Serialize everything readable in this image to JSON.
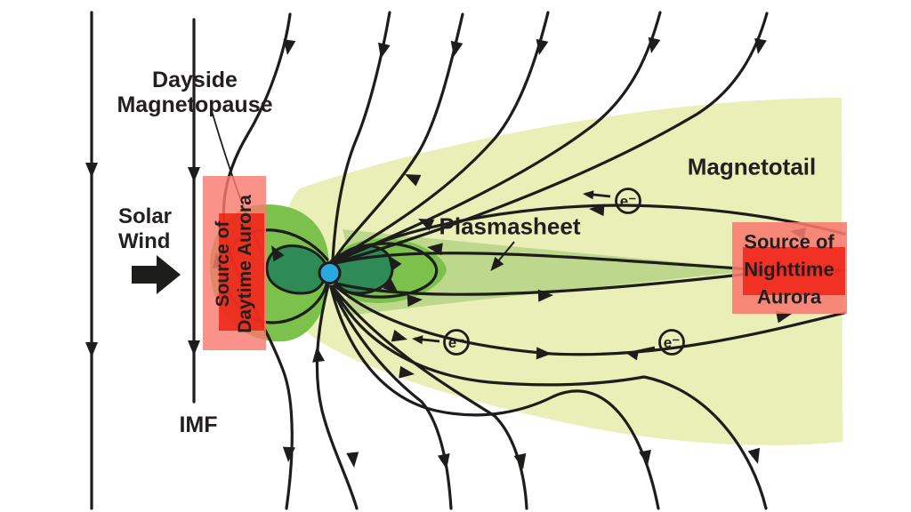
{
  "labels": {
    "dayside_magnetopause": {
      "line1": "Dayside",
      "line2": "Magnetopause"
    },
    "solar_wind": {
      "line1": "Solar",
      "line2": "Wind"
    },
    "imf": "IMF",
    "magnetotail": "Magnetotail",
    "plasmasheet": "Plasmasheet"
  },
  "boxes": {
    "daytime_aurora": {
      "line1": "Source of",
      "line2": "Daytime Aurora"
    },
    "nighttime_aurora": {
      "line1": "Source of",
      "line2": "Nighttime",
      "line3": "Aurora"
    }
  },
  "electrons": {
    "symbol": "e⁻",
    "count": 3
  },
  "icons": {
    "solar_wind_arrow": "right-block-arrow",
    "field_line_arrowhead": "triangle-arrowhead"
  },
  "colors": {
    "background": "#ffffff",
    "field_line": "#1d1d1b",
    "text": "#231f20",
    "magnetotail_fill": "#e9efb6",
    "plasmasheet_fill": "#bdd88c",
    "inner_magnetosphere_fill": "#7bc14c",
    "closed_field_region_fill": "#2e8b55",
    "earth_fill": "#29a9e0",
    "aurora_box_light": "#f87a6e",
    "aurora_box_bright": "#ee1c0f"
  }
}
